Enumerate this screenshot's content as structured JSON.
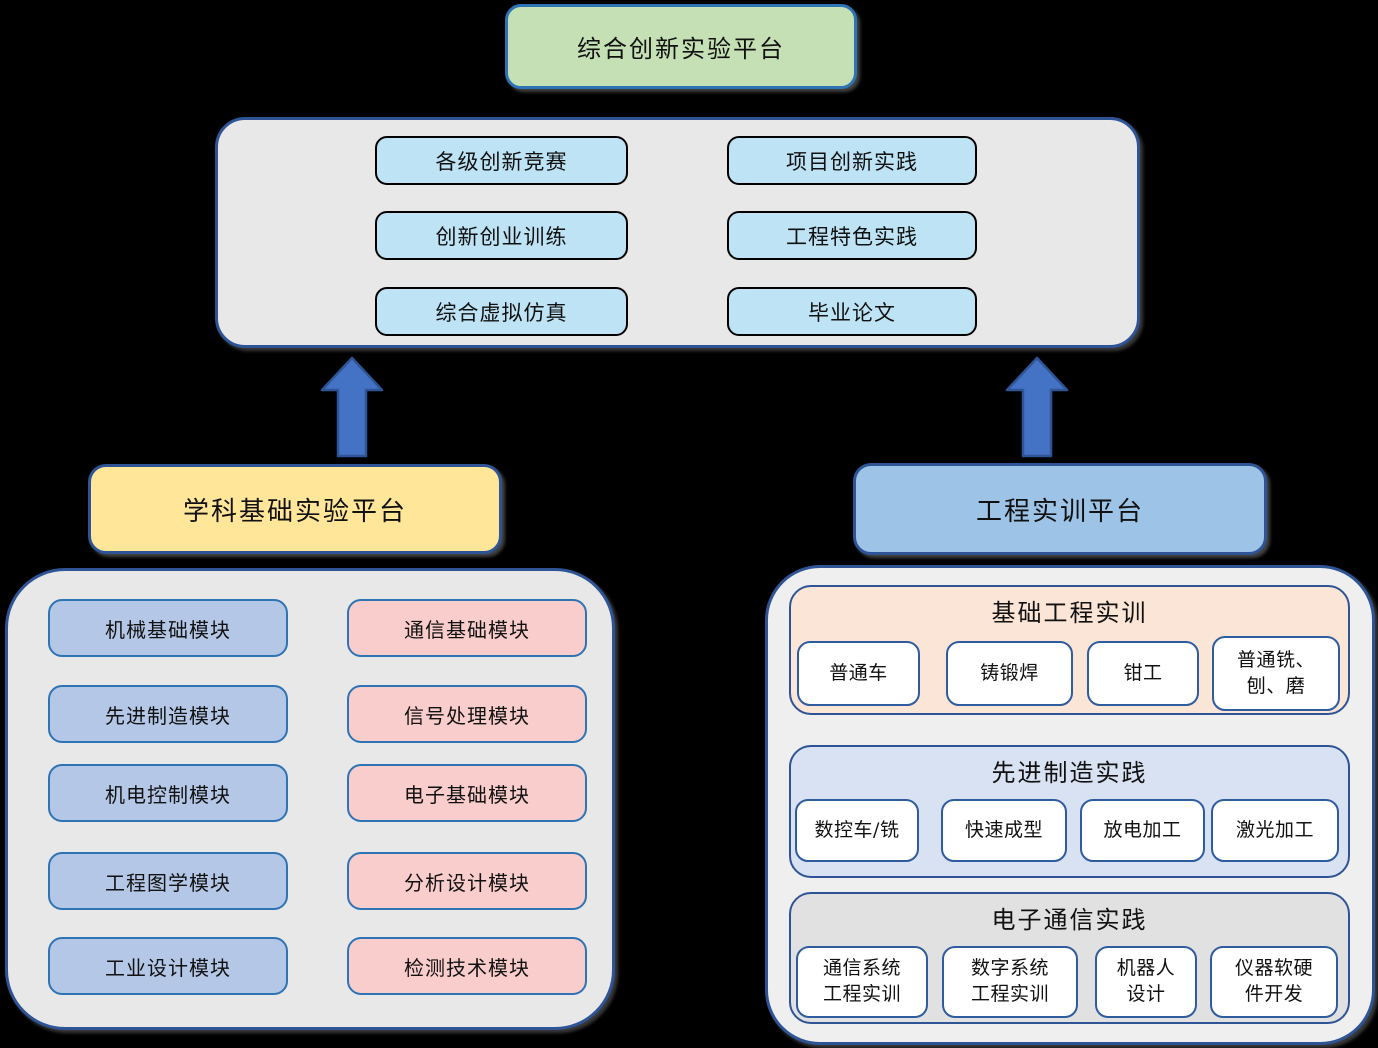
{
  "colors": {
    "background": "#000000",
    "container_fill": "#E8E8E8",
    "container_border": "#2F5496",
    "top_platform_fill": "#C5E0B4",
    "innovation_item_fill": "#BEE3F5",
    "left_platform_fill": "#FFE699",
    "right_platform_fill": "#9DC3E6",
    "blue_module_fill": "#B4C7E7",
    "pink_module_fill": "#FACDCD",
    "module_border": "#2E74B5",
    "section_basic_fill": "#FBE5D6",
    "section_advanced_fill": "#D9E2F3",
    "section_electronic_fill": "#E2E1E1",
    "arrow_fill": "#4472C4",
    "arrow_border": "#2F5597"
  },
  "top_platform": {
    "label": "综合创新实验平台"
  },
  "innovation": {
    "items": [
      "各级创新竞赛",
      "项目创新实践",
      "创新创业训练",
      "工程特色实践",
      "综合虚拟仿真",
      "毕业论文"
    ]
  },
  "left_platform": {
    "label": "学科基础实验平台",
    "blue_modules": [
      "机械基础模块",
      "先进制造模块",
      "机电控制模块",
      "工程图学模块",
      "工业设计模块"
    ],
    "pink_modules": [
      "通信基础模块",
      "信号处理模块",
      "电子基础模块",
      "分析设计模块",
      "检测技术模块"
    ]
  },
  "right_platform": {
    "label": "工程实训平台",
    "sections": [
      {
        "title": "基础工程实训",
        "items": [
          "普通车",
          "铸锻焊",
          "钳工",
          "普通铣、\n刨、磨"
        ]
      },
      {
        "title": "先进制造实践",
        "items": [
          "数控车/铣",
          "快速成型",
          "放电加工",
          "激光加工"
        ]
      },
      {
        "title": "电子通信实践",
        "items": [
          "通信系统\n工程实训",
          "数字系统\n工程实训",
          "机器人\n设计",
          "仪器软硬\n件开发"
        ]
      }
    ]
  }
}
